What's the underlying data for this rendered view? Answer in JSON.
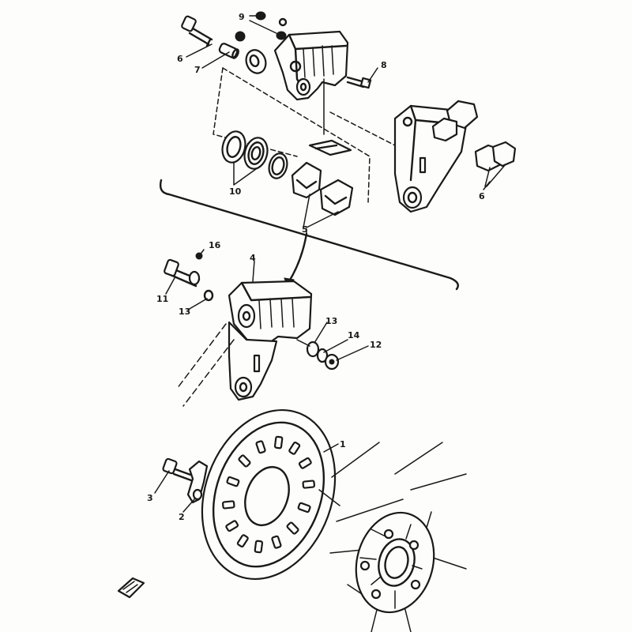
{
  "diagram": {
    "callouts": [
      {
        "id": "c1",
        "text": "1"
      },
      {
        "id": "c2",
        "text": "2"
      },
      {
        "id": "c3",
        "text": "3"
      },
      {
        "id": "c4",
        "text": "4"
      },
      {
        "id": "c5",
        "text": "5"
      },
      {
        "id": "c6",
        "text": "6"
      },
      {
        "id": "c7",
        "text": "7"
      },
      {
        "id": "c8",
        "text": "8"
      },
      {
        "id": "c9",
        "text": "9"
      },
      {
        "id": "c10",
        "text": "10"
      },
      {
        "id": "c11",
        "text": "11"
      },
      {
        "id": "c12",
        "text": "12"
      },
      {
        "id": "c13a",
        "text": "13"
      },
      {
        "id": "c13b",
        "text": "13"
      },
      {
        "id": "c14",
        "text": "14"
      },
      {
        "id": "c16",
        "text": "16"
      }
    ]
  }
}
